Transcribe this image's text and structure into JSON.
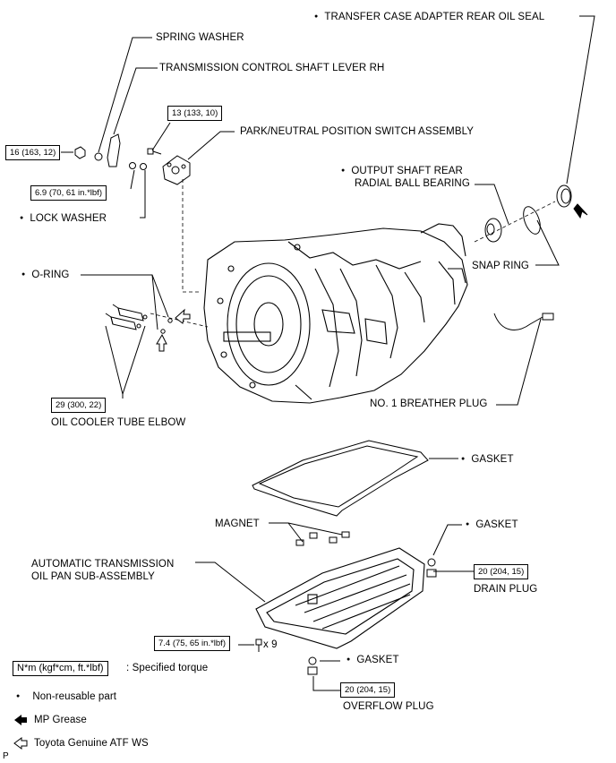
{
  "parts": {
    "transfer_seal": "TRANSFER CASE ADAPTER REAR OIL SEAL",
    "spring_washer": "SPRING WASHER",
    "control_lever": "TRANSMISSION CONTROL SHAFT LEVER RH",
    "park_neutral_switch": "PARK/NEUTRAL POSITION SWITCH ASSEMBLY",
    "output_bearing_line1": "OUTPUT SHAFT REAR",
    "output_bearing_line2": "RADIAL BALL BEARING",
    "lock_washer": "LOCK WASHER",
    "snap_ring": "SNAP RING",
    "o_ring": "O-RING",
    "breather_plug": "NO. 1 BREATHER PLUG",
    "oil_cooler_elbow": "OIL COOLER TUBE ELBOW",
    "gasket_pan": "GASKET",
    "magnet": "MAGNET",
    "gasket_drain": "GASKET",
    "oil_pan_line1": "AUTOMATIC TRANSMISSION",
    "oil_pan_line2": "OIL PAN SUB-ASSEMBLY",
    "drain_plug": "DRAIN PLUG",
    "gasket_overflow": "GASKET",
    "overflow_plug": "OVERFLOW PLUG",
    "bolt_qty": "x 9"
  },
  "torques": {
    "switch_bolt": "13 (133, 10)",
    "lever_nut": "16 (163, 12)",
    "lever_nut2": "6.9 (70, 61 in.*lbf)",
    "elbow": "29 (300, 22)",
    "drain_plug": "20 (204, 15)",
    "pan_bolt": "7.4 (75, 65 in.*lbf)",
    "overflow_plug": "20 (204, 15)"
  },
  "legend": {
    "torque_box": "N*m (kgf*cm, ft.*lbf)",
    "torque_desc": ": Specified torque",
    "non_reusable": "Non-reusable part",
    "mp_grease": "MP Grease",
    "atf": "Toyota Genuine ATF WS"
  },
  "corner_mark": "P"
}
